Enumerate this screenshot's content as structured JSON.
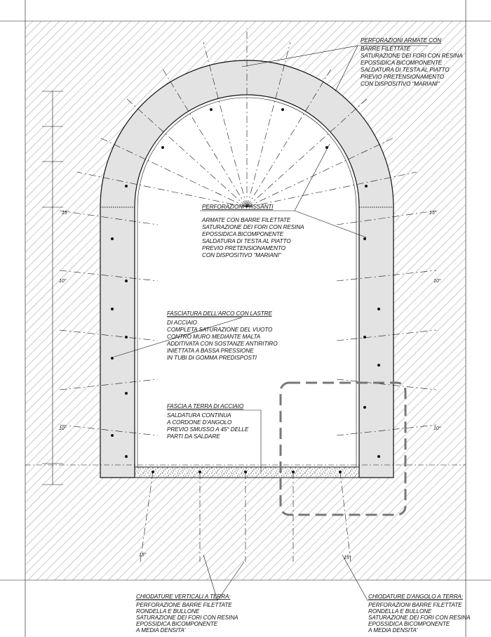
{
  "labels": {
    "perforazioni_armate": {
      "title": "PERFORAZIONI ARMATE CON",
      "lines": [
        "BARRE FILETTATE",
        "SATURAZIONE DEI FORI CON RESINA",
        "EPOSSIDICA BICOMPONENTE",
        "SALDATURA DI TESTA AL PIATTO",
        "PREVIO PRETENSIONAMENTO",
        "CON DISPOSITIVO \"MARIANI\""
      ]
    },
    "perforazioni_passanti": {
      "title": "PERFORAZIONI PASSANTI",
      "lines": [
        "ARMATE CON BARRE FILETTATE",
        "SATURAZIONE DEI FORI CON RESINA",
        "EPOSSIDICA BICOMPONENTE",
        "SALDATURA DI TESTA AL PIATTO",
        "PREVIO PRETENSIONAMENTO",
        "CON DISPOSITIVO \"MARIANI\""
      ]
    },
    "fasciatura": {
      "title": "FASCIATURA DELL'ARCO CON LASTRE",
      "lines": [
        "DI ACCIAIO",
        "COMPLETA SATURAZIONE DEL VUOTO",
        "CONTRO MURO MEDIANTE MALTA",
        "ADDITIVATA CON SOSTANZE ANTIRITIRO",
        "INIETTATA A BASSA PRESSIONE",
        "IN TUBI DI GOMMA PREDISPOSTI"
      ]
    },
    "fascia_terra": {
      "title": "FASCIA A TERRA DI ACCIAIO",
      "lines": [
        "SALDATURA CONTINUA",
        "A CORDONE D'ANGOLO",
        "PREVIO SMUSSO A 45° DELLE",
        "PARTI DA SALDARE"
      ]
    },
    "chiodature_verticali": {
      "title": "CHIODATURE VERTICALI A TERRA:",
      "lines": [
        "PERFORAZIONE BARRE FILETTATE",
        "RONDELLA E BULLONE",
        "SATURAZIONE DEI FORI CON RESINA",
        "EPOSSIDICA BICOMPONENTE",
        "A MEDIA DENSITA'"
      ]
    },
    "chiodature_angolo": {
      "title": "CHIODATURE D'ANGOLO A TERRA:",
      "lines": [
        "PERFORAZIONI BARRE FILETTATE",
        "RONDELLA E BULLONE",
        "SATURAZIONE DEI FORI CON RESINA",
        "EPOSSIDICA BICOMPONENTE",
        "A MEDIA DENSITA'"
      ]
    }
  },
  "dimensions": {
    "angle_15": "15°",
    "angle_10": "10°"
  }
}
